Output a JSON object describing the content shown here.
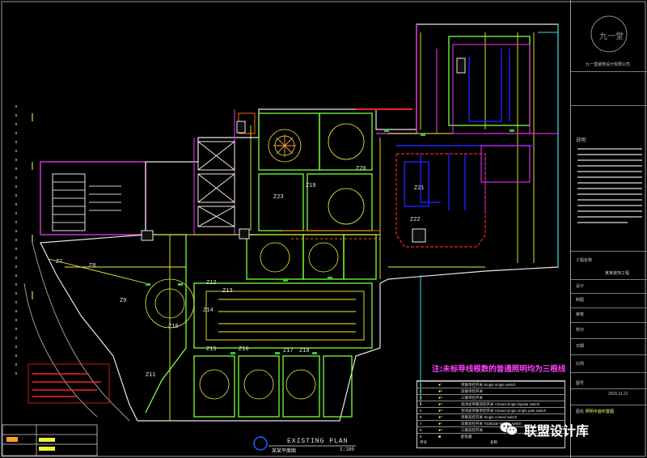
{
  "drawing": {
    "plan_title": "EXISTING PLAN",
    "plan_subtitle": "某某平面图",
    "plan_scale": "1:100",
    "note": "注:未标导线根数的普通照明均为三根线"
  },
  "title_block": {
    "logo_text": "九一堂",
    "company": "九一堂装饰设计有限公司",
    "notes_heading": "说明:",
    "rows": [
      "工程名称",
      "设计",
      "制图",
      "审核",
      "校对",
      "日期",
      "比例",
      "图号",
      "图名"
    ],
    "project": "某某装饰工程",
    "date": "2016.11.21",
    "sheet_name": "照明平面布置图"
  },
  "legend": {
    "rows": [
      {
        "num": "1",
        "sym": "●'",
        "text": "单联单控开关 Single single switch"
      },
      {
        "num": "2",
        "sym": "●²",
        "text": "双联单控开关"
      },
      {
        "num": "3",
        "sym": "●³",
        "text": "三联单控开关"
      },
      {
        "num": "4",
        "sym": "●⁴",
        "text": "封闭式单联双控开关 Closed single bipolar switch"
      },
      {
        "num": "5",
        "sym": "●⁵",
        "text": "封闭式单联单控开关 Closed single single pole switch"
      },
      {
        "num": "6",
        "sym": "●⁶",
        "text": "单联双控开关 Single control switch"
      },
      {
        "num": "7",
        "sym": "●⁷",
        "text": "双联双控开关 Triplicate bipolar switch"
      },
      {
        "num": "8",
        "sym": "●⁸",
        "text": "三联双控开关"
      },
      {
        "num": "9",
        "sym": "■",
        "text": "配电箱"
      }
    ],
    "header_left": "序号",
    "header_right": "名称"
  },
  "room_tags": [
    "Z7",
    "Z8",
    "Z9",
    "Z10",
    "Z11",
    "Z12",
    "Z13",
    "Z14",
    "Z15",
    "Z16",
    "Z17",
    "Z18",
    "Z19",
    "Z20",
    "Z21",
    "Z22",
    "Z23"
  ],
  "brand": "联盟设计库",
  "colors": {
    "background": "#000000",
    "wall_white": "#e8e8e8",
    "wall_magenta": "#d030d0",
    "circuit_green": "#7cff3a",
    "circuit_yellow": "#f0f03a",
    "circuit_blue": "#2020ff",
    "circuit_red": "#ff2020",
    "cyan": "#30e0e0",
    "orange": "#ff6a00"
  }
}
